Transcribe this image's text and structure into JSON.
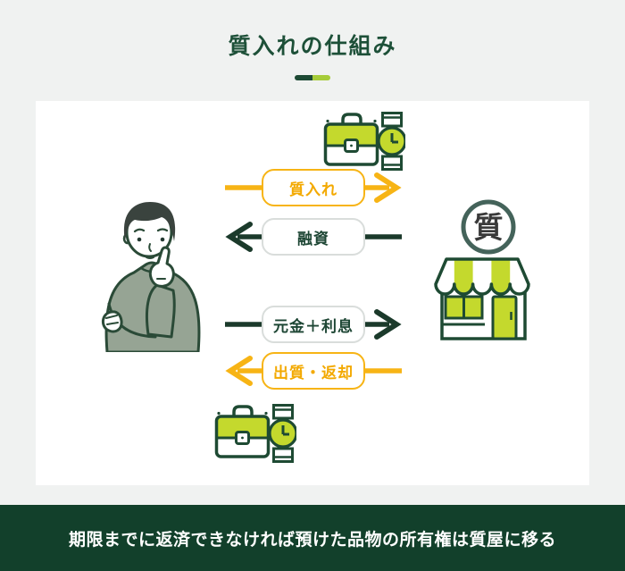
{
  "title": "質入れの仕組み",
  "shop": {
    "sign": "質"
  },
  "diagram": {
    "arrows": [
      {
        "label": "質入れ",
        "direction": "right",
        "color": "#F7B415"
      },
      {
        "label": "融資",
        "direction": "left",
        "color": "#1B3A2B"
      },
      {
        "label": "元金＋利息",
        "direction": "right",
        "color": "#1B3A2B"
      },
      {
        "label": "出質・返却",
        "direction": "left",
        "color": "#F7B415"
      }
    ],
    "icons": [
      "briefcase-icon",
      "watch-icon",
      "person-thinking",
      "pawnshop-sign-icon",
      "pawnshop-store-icon"
    ]
  },
  "footer": {
    "text": "期限までに返済できなければ預けた品物の所有権は質屋に移る"
  },
  "colors": {
    "background": "#F0F2F1",
    "card": "#FFFFFF",
    "title_green": "#1D5038",
    "dark_green": "#1B3A2B",
    "footer_green": "#12402B",
    "yellow": "#F7B415",
    "yellow_green": "#C4D92D",
    "divider_light_green": "#A6CC39",
    "sweater_sage": "#96A494"
  }
}
